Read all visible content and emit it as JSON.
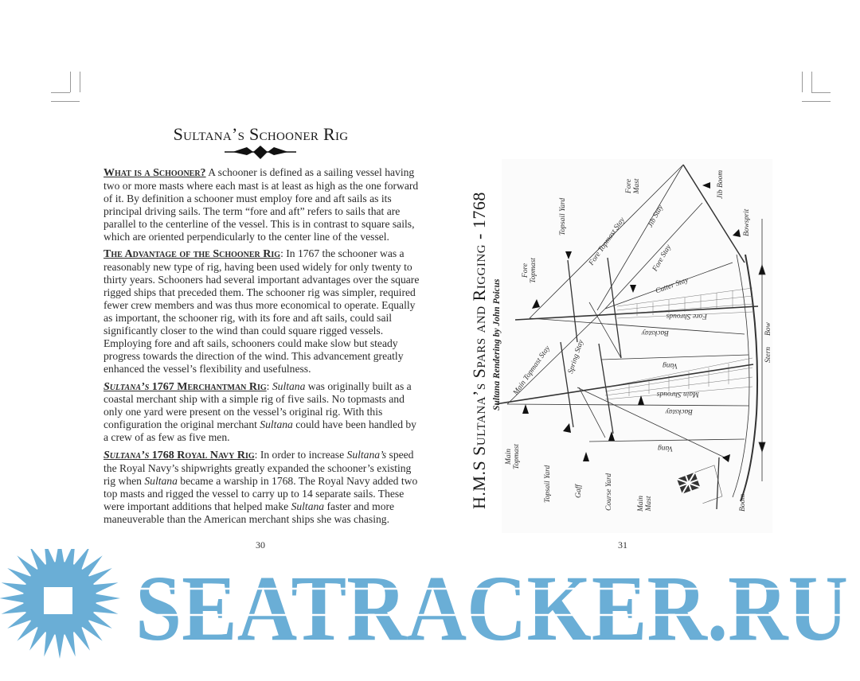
{
  "left_page": {
    "title": "Sultana’s Schooner Rig",
    "sections": [
      {
        "heading": "What is a Schooner?",
        "text": "  A schooner is defined as a sailing vessel having two or more masts where each mast is at least as high as the one forward of it.  By definition a schooner must employ fore and aft sails as its principal driving sails.  The term “fore and aft” refers to sails that are parallel to the centerline of the vessel.  This is in contrast to square sails, which are oriented perpendicularly to the center line of the vessel."
      },
      {
        "heading": "The Advantage of the Schooner Rig",
        "text": ":  In 1767 the schooner was a reasonably new type of rig, having been used widely for only twenty to thirty years.  Schooners had several important advantages over the square rigged ships that preceded them.  The schooner rig was simpler, required fewer crew members and was thus more economical to operate. Equally as important, the schooner rig, with its fore and aft sails, could sail significantly closer to the wind than could square rigged vessels.  Employing fore and aft sails, schooners could make slow but steady progress towards the direction of the wind. This advancement greatly enhanced the vessel’s flexibility and usefulness."
      },
      {
        "heading_italic": "Sultana’s",
        "heading": " 1767 Merchantman Rig",
        "text_parts": [
          ":  ",
          "Sultana",
          " was originally built as a coastal merchant ship with a simple rig of five sails.  No topmasts and only one yard were present on the vessel’s original rig.  With this configuration the original merchant ",
          "Sultana",
          " could have been handled by a crew of as few as five men."
        ]
      },
      {
        "heading_italic": "Sultana’s",
        "heading": " 1768 Royal Navy Rig",
        "text_parts": [
          ":  In order to increase ",
          "Sultana’s",
          " speed the Royal Navy’s shipwrights greatly expanded the schooner’s existing rig when ",
          "Sultana",
          " became a warship in 1768.  The Royal Navy added two top masts and rigged the vessel to carry up to 14 separate sails.  These were important additions that helped make ",
          "Sultana",
          " faster and more maneuverable than the American merchant ships she was chasing."
        ]
      }
    ],
    "page_number": "30"
  },
  "right_page": {
    "title": "H.M.S Sultana’s Spars and Rigging - 1768",
    "subtitle": "Sultana Rendering by John Poicus",
    "labels": {
      "fore_topmast": "Fore Topmast",
      "topsail_yard_fore": "Topsail Yard",
      "fore_topmast_stay": "Fore Topmast Stay",
      "fore_mast": "Fore Mast",
      "jib_stay": "Jib Stay",
      "fore_stay": "Fore Stay",
      "jib_boom": "Jib Boom",
      "bowsprit": "Bowsprit",
      "cutter_stay": "Cutter Stay",
      "fore_shrouds": "Fore Shrouds",
      "backstay_fore": "Backstay",
      "vang_fore": "Vang",
      "main_shrouds": "Main Shrouds",
      "backstay_main": "Backstay",
      "vang_main": "Vang",
      "main_topmast_stay": "Main Topmast Stay",
      "spring_stay": "Spring Stay",
      "main_topmast": "Main Topmast",
      "topsail_yard_main": "Topsail Yard",
      "gaff": "Gaff",
      "course_yard": "Course Yard",
      "main_mast": "Main Mast",
      "boom": "Boom",
      "stern": "Stern",
      "bow": "Bow"
    },
    "page_number": "31"
  },
  "watermark": {
    "text": "SEATRACKER.RU",
    "color": "#6aaed6"
  }
}
